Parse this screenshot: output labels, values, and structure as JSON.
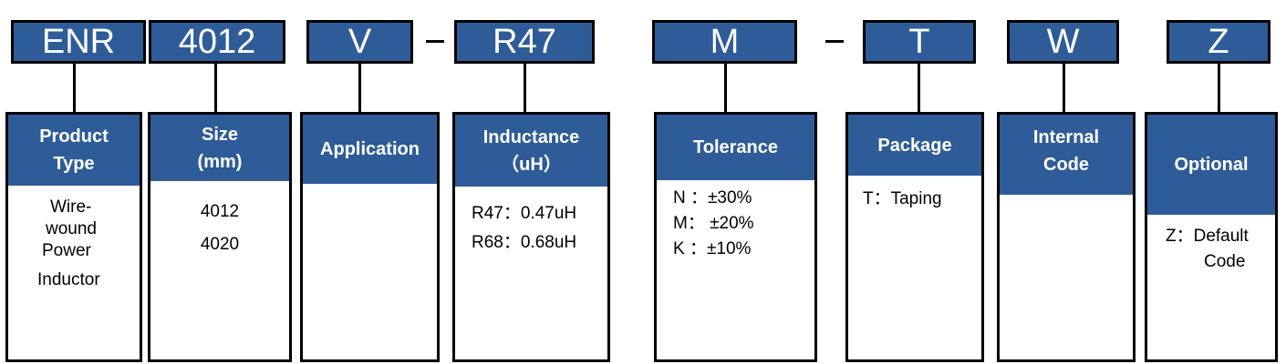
{
  "codes": [
    {
      "text": "ENR"
    },
    {
      "text": "4012"
    },
    {
      "text": "V"
    },
    {
      "text": "R47"
    },
    {
      "text": "M"
    },
    {
      "text": "T"
    },
    {
      "text": "W"
    },
    {
      "text": "Z"
    }
  ],
  "fields": [
    {
      "header": [
        "Product",
        "Type"
      ],
      "lines": [
        "Wire-",
        "wound",
        "Power",
        "Inductor"
      ]
    },
    {
      "header": [
        "Size",
        "(mm)"
      ],
      "lines": [
        "4012",
        "4020"
      ]
    },
    {
      "header": [
        "Application"
      ],
      "lines": []
    },
    {
      "header": [
        "Inductance",
        "（uH）"
      ],
      "lines": [
        "R47：0.47uH",
        "R68：0.68uH"
      ]
    },
    {
      "header": [
        "Tolerance"
      ],
      "lines": [
        "N ：±30%",
        "M： ±20%",
        "K ：±10%"
      ]
    },
    {
      "header": [
        "Package"
      ],
      "lines": [
        "T：Taping"
      ]
    },
    {
      "header": [
        "Internal",
        "Code"
      ],
      "lines": []
    },
    {
      "header": [
        "Optional"
      ],
      "lines": [
        "Z：Default",
        "Code"
      ]
    }
  ],
  "colors": {
    "box_fill": "#2e5c98",
    "text_on_box": "#ffffff",
    "outline": "#000000"
  }
}
